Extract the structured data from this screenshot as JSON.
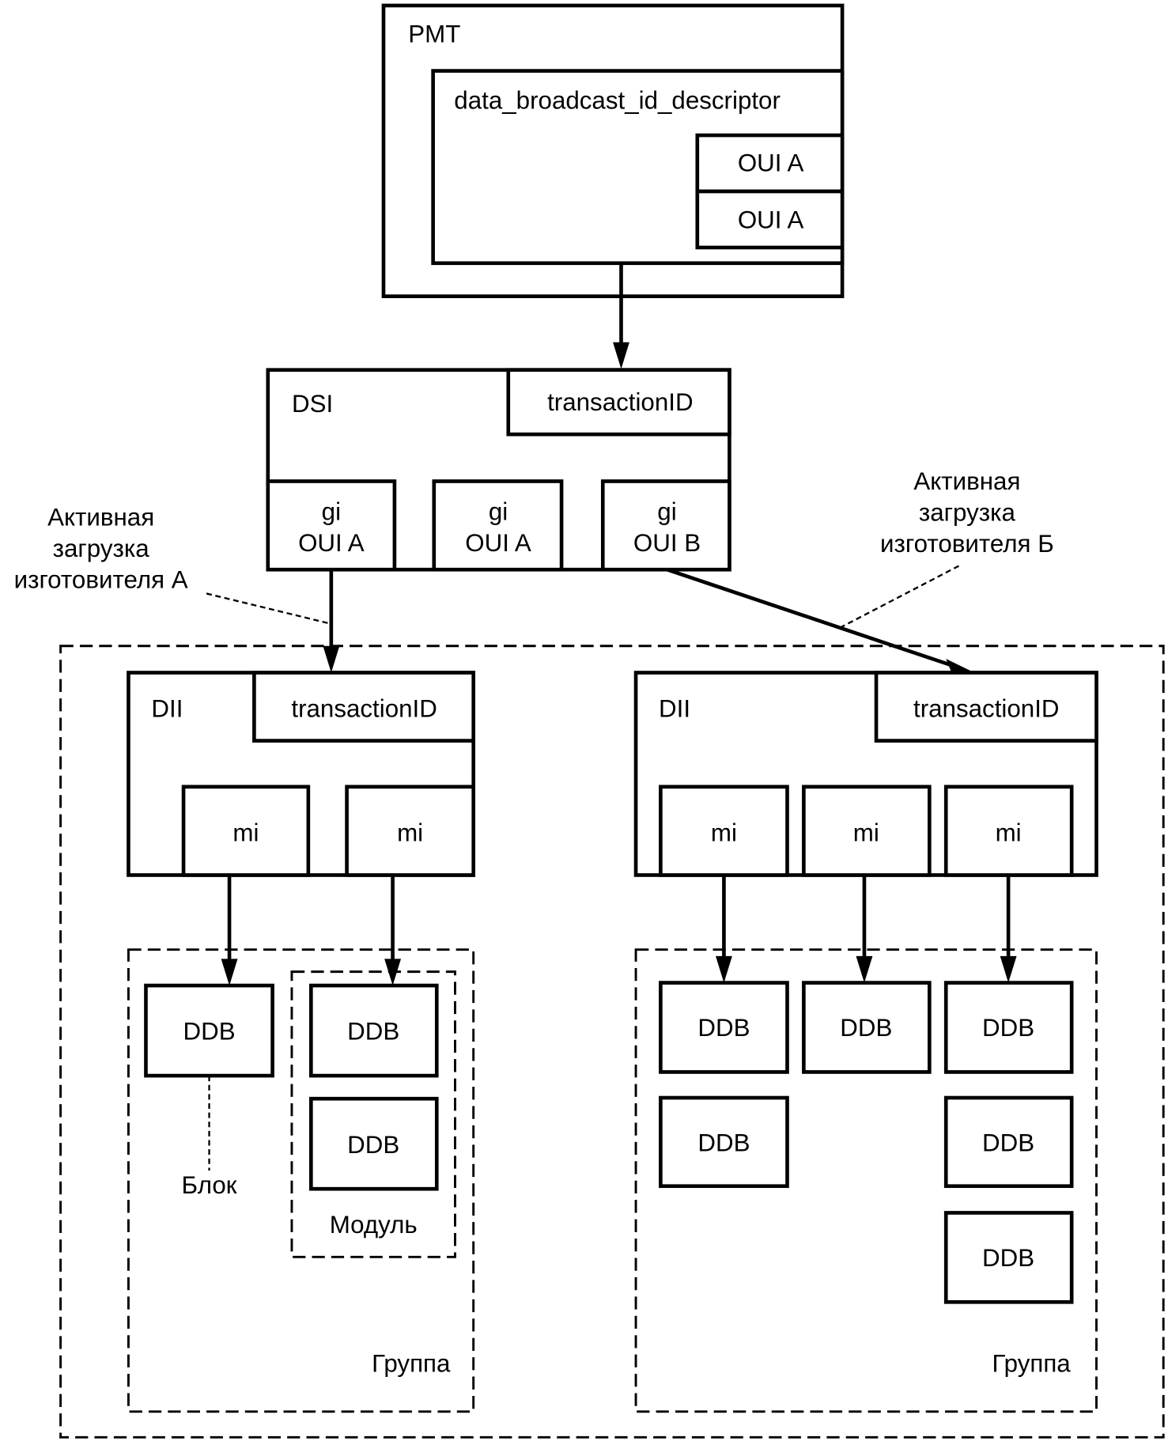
{
  "pmt": {
    "title": "PMT",
    "descriptor": "data_broadcast_id_descriptor",
    "oui_entries": [
      "OUI A",
      "OUI A"
    ]
  },
  "dsi": {
    "title": "DSI",
    "transaction_id": "transactionID",
    "group_infos": [
      {
        "line1": "gi",
        "line2": "OUI A"
      },
      {
        "line1": "gi",
        "line2": "OUI A"
      },
      {
        "line1": "gi",
        "line2": "OUI B"
      }
    ]
  },
  "annotations": {
    "manufacturer_a": [
      "Активная",
      "загрузка",
      "изготовителя А"
    ],
    "manufacturer_b": [
      "Активная",
      "загрузка",
      "изготовителя Б"
    ]
  },
  "left_dii": {
    "title": "DII",
    "transaction_id": "transactionID",
    "module_infos": [
      "mi",
      "mi"
    ]
  },
  "right_dii": {
    "title": "DII",
    "transaction_id": "transactionID",
    "module_infos": [
      "mi",
      "mi",
      "mi"
    ]
  },
  "left_group": {
    "label": "Группа",
    "block_label": "Блок",
    "module_label": "Модуль",
    "ddb": [
      "DDB",
      "DDB",
      "DDB"
    ]
  },
  "right_group": {
    "label": "Группа",
    "ddb": [
      "DDB",
      "DDB",
      "DDB",
      "DDB",
      "DDB",
      "DDB"
    ]
  }
}
